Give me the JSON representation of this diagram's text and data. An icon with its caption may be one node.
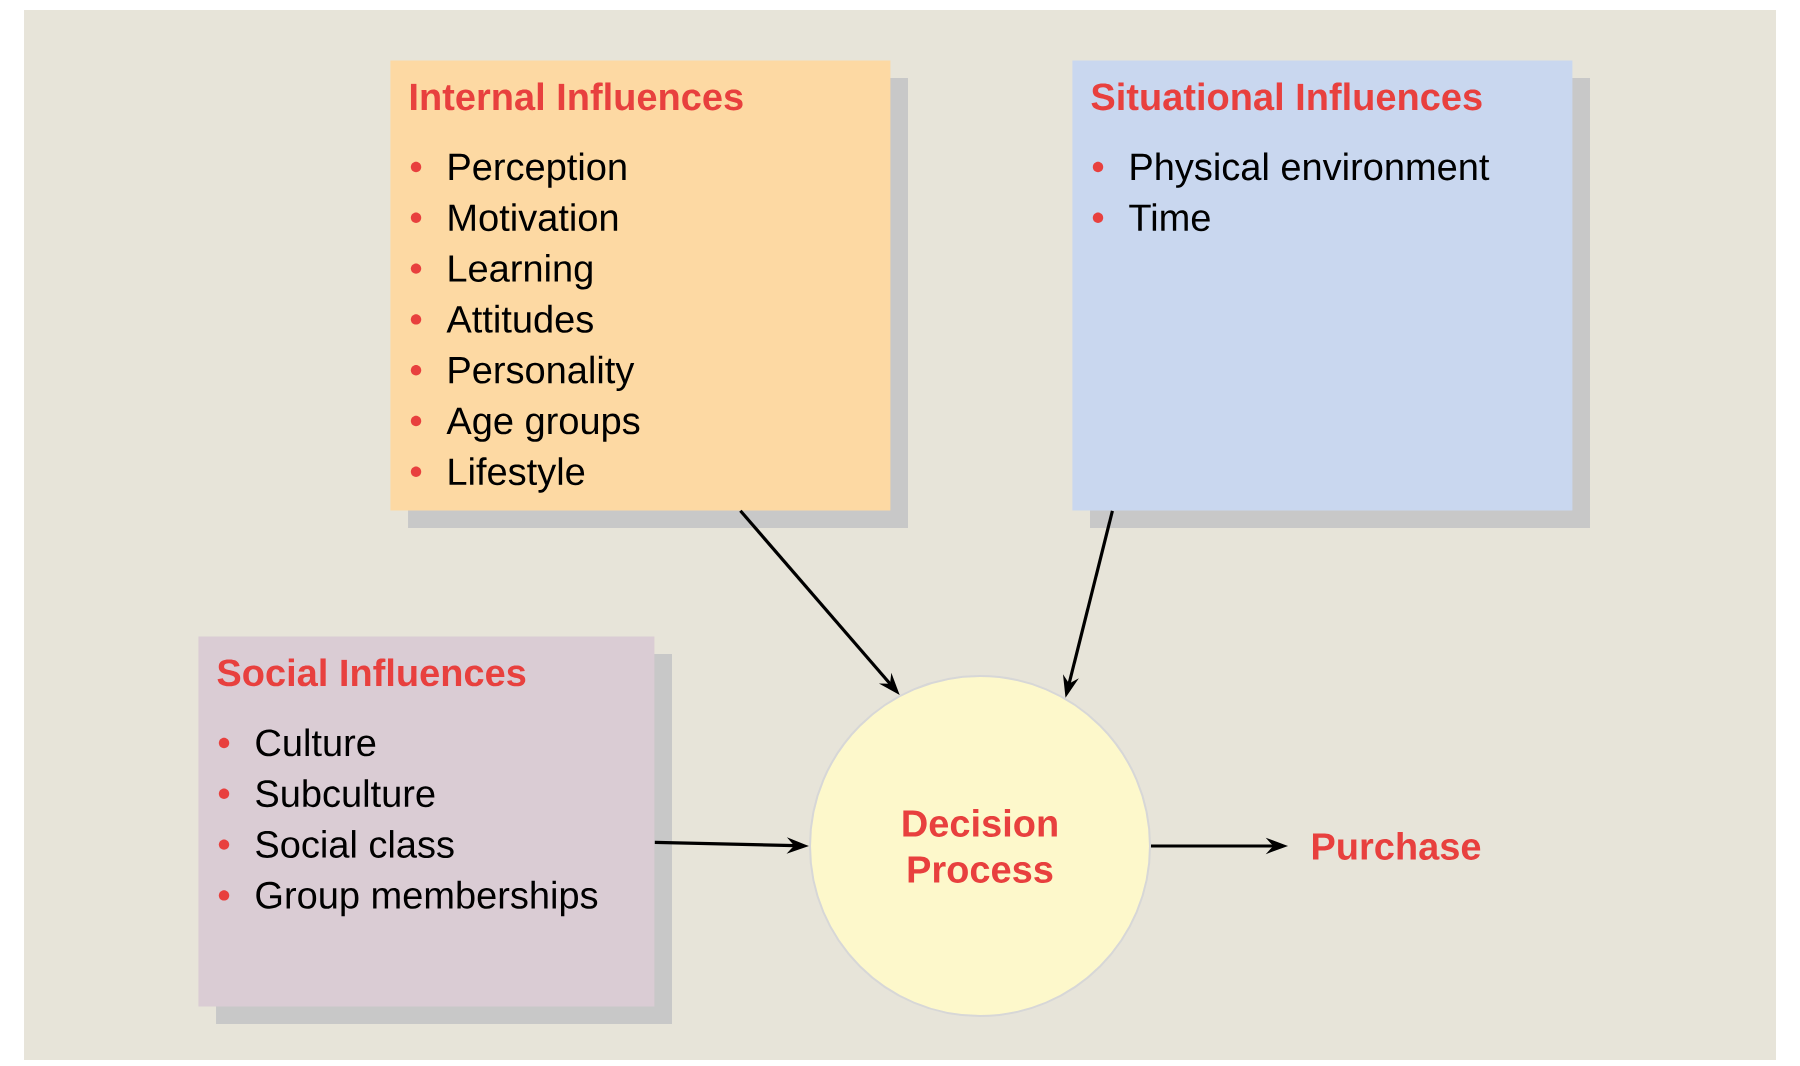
{
  "diagram": {
    "nodes": [
      {
        "text": [
          "Internal Influences",
          "Perception",
          "Motivation",
          "Learning",
          "Attitudes",
          "Personality",
          "Age groups",
          "Lifestyle"
        ]
      },
      {
        "text": [
          "Situational Influences",
          "Physical environment",
          "Time"
        ]
      },
      {
        "text": [
          "Social Influences",
          "Culture",
          "Subculture",
          "Social class",
          "Group memberships"
        ]
      },
      {
        "text": [
          "Decision Process"
        ]
      },
      {
        "text": [
          "Purchase"
        ]
      }
    ],
    "edges": [
      {
        "from": 0,
        "to": 3,
        "arrow": "to"
      },
      {
        "from": 1,
        "to": 3,
        "arrow": "to"
      },
      {
        "from": 2,
        "to": 3,
        "arrow": "to"
      },
      {
        "from": 3,
        "to": 4,
        "arrow": "to"
      }
    ]
  }
}
